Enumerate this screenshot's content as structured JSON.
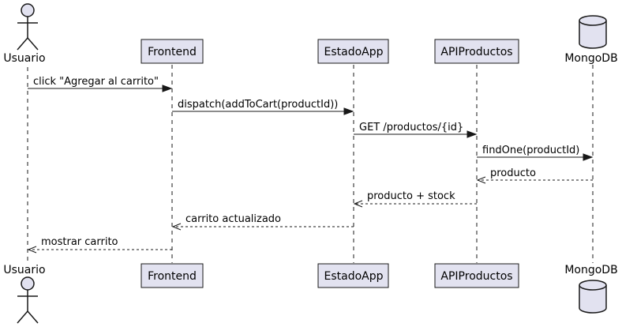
{
  "participants": {
    "usuario": "Usuario",
    "frontend": "Frontend",
    "estadoapp": "EstadoApp",
    "apiproductos": "APIProductos",
    "mongodb": "MongoDB"
  },
  "messages": [
    {
      "text": "click \"Agregar al carrito\"",
      "style": "sync"
    },
    {
      "text": "dispatch(addToCart(productId))",
      "style": "sync"
    },
    {
      "text": "GET /productos/{id}",
      "style": "sync"
    },
    {
      "text": "findOne(productId)",
      "style": "sync"
    },
    {
      "text": "producto",
      "style": "reply"
    },
    {
      "text": "producto + stock",
      "style": "reply"
    },
    {
      "text": "carrito actualizado",
      "style": "reply"
    },
    {
      "text": "mostrar carrito",
      "style": "reply"
    }
  ],
  "colors": {
    "participant_fill": "#e2e2f0",
    "participant_stroke": "#181818",
    "lifeline": "#181818",
    "arrow": "#181818"
  }
}
